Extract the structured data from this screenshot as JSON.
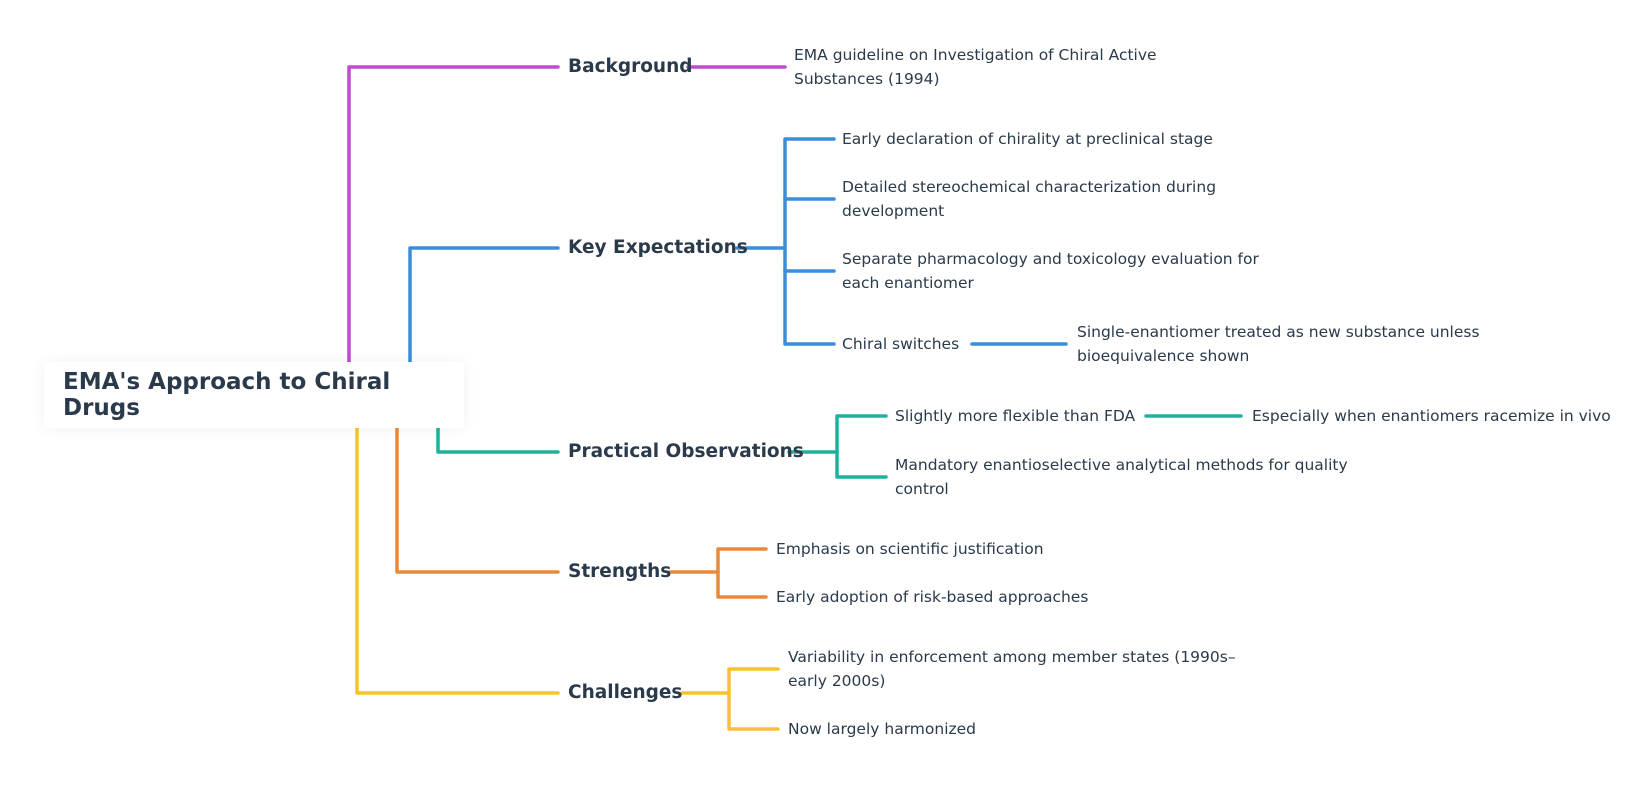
{
  "root": {
    "title": "EMA's Approach to Chiral Drugs"
  },
  "branches": [
    {
      "label": "Background",
      "color": "#c04ad0",
      "children": [
        {
          "text": "EMA guideline on Investigation of Chiral Active Substances (1994)"
        }
      ]
    },
    {
      "label": "Key Expectations",
      "color": "#3a8ddb",
      "children": [
        {
          "text": "Early declaration of chirality at preclinical stage"
        },
        {
          "text": "Detailed stereochemical characterization during development"
        },
        {
          "text": "Separate pharmacology and toxicology evaluation for each enantiomer"
        },
        {
          "text": "Chiral switches",
          "children": [
            {
              "text": "Single-enantiomer treated as new substance unless bioequivalence shown"
            }
          ]
        }
      ]
    },
    {
      "label": "Practical Observations",
      "color": "#20b09b",
      "children": [
        {
          "text": "Slightly more flexible than FDA",
          "children": [
            {
              "text": "Especially when enantiomers racemize in vivo"
            }
          ]
        },
        {
          "text": "Mandatory enantioselective analytical methods for quality control"
        }
      ]
    },
    {
      "label": "Strengths",
      "color": "#e88a3c",
      "children": [
        {
          "text": "Emphasis on scientific justification"
        },
        {
          "text": "Early adoption of risk-based approaches"
        }
      ]
    },
    {
      "label": "Challenges",
      "color": "#f7c230",
      "children": [
        {
          "text": "Variability in enforcement among member states (1990s–early 2000s)"
        },
        {
          "text": "Now largely harmonized"
        }
      ]
    }
  ]
}
